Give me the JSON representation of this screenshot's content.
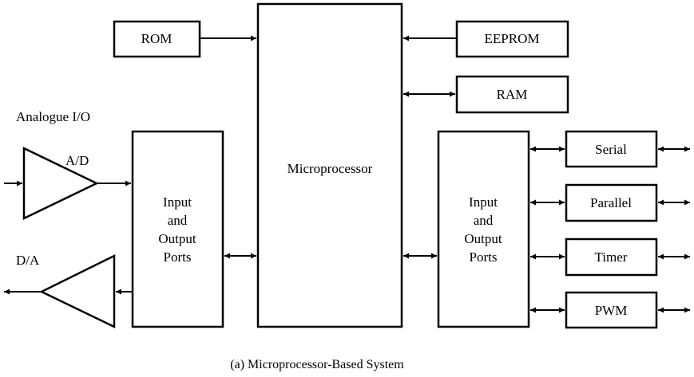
{
  "labels": {
    "rom": "ROM",
    "eeprom": "EEPROM",
    "ram": "RAM",
    "microprocessor": "Microprocessor",
    "analogue_io": "Analogue I/O",
    "ad": "A/D",
    "da": "D/A",
    "left_ports": [
      "Input",
      "and",
      "Output",
      "Ports"
    ],
    "right_ports": [
      "Input",
      "and",
      "Output",
      "Ports"
    ],
    "serial": "Serial",
    "parallel": "Parallel",
    "timer": "Timer",
    "pwm": "PWM"
  },
  "caption": "(a) Microprocessor-Based System"
}
